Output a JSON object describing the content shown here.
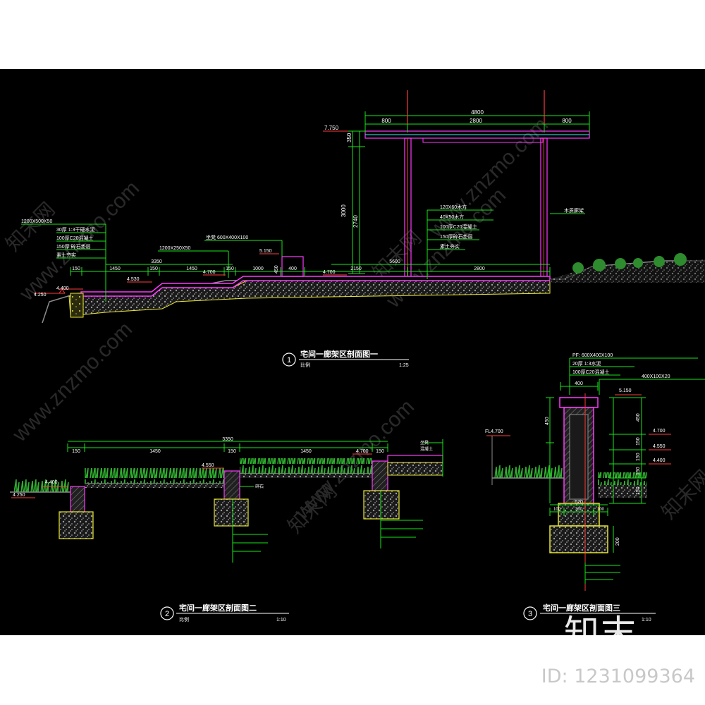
{
  "colors": {
    "background": "#000000",
    "dim_green": "#19e619",
    "dim_text": "#ffffff",
    "structure_red": "#ff3b3b",
    "finish_magenta": "#ff38ff",
    "concrete_yellow": "#e6e632",
    "grass_green": "#2e8b2e",
    "hatch_grey": "#8c8c8c",
    "ground_grey": "#7a7a7a",
    "cyan": "#38f0f0"
  },
  "section1": {
    "total_width": "4800",
    "top_spans": [
      "800",
      "2800",
      "800"
    ],
    "elev_top": "7.750",
    "elev_4700": "4.700",
    "elev_4530": "4.530",
    "elev_4400": "4.400",
    "elev_4250": "4.250",
    "elev_5150": "5.150",
    "heights": [
      "350",
      "3000",
      "2740"
    ],
    "bottom_dims": [
      "150",
      "1450",
      "150",
      "1450",
      "150",
      "1000",
      "400",
      "2150",
      "2800"
    ],
    "dim_3350": "3350",
    "dim_5600": "5600",
    "label_1200": "1200X500X50",
    "label_30": "30厚 1:3干硬水泥",
    "label_100": "100厚C20混凝土",
    "label_150": "150厚 碎石垫层",
    "label_soil": "素土夯实",
    "label_1200b": "1200X250X50",
    "label_seat": "坐凳 600X400X100",
    "label_400": "400",
    "label_450": "450",
    "label_right1": "120X60木方",
    "label_right2": "40X50木方",
    "label_right3": "100厚C20混凝土",
    "label_right4": "150厚碎石垫层",
    "label_right5": "素土夯实",
    "label_wood": "木质廊架",
    "callout_num": "1",
    "callout_title": "宅间一廊架区剖面图一",
    "callout_sub": "比例",
    "callout_scale": "1:25"
  },
  "section2": {
    "total_width": "3350",
    "dims": [
      "150",
      "1450",
      "150",
      "1450",
      "150"
    ],
    "elev_4400": "4.400",
    "elev_4250": "4.250",
    "elev_4550": "4.550",
    "elev_4700": "4.700",
    "label_right_a": "坐凳",
    "label_right_b": "混凝土",
    "label_mid": "碎石",
    "callout_num": "2",
    "callout_title": "宅间一廊架区剖面图二",
    "callout_sub": "比例",
    "callout_scale": "1:10"
  },
  "section3": {
    "label_top1": "PF: 600X400X100",
    "label_top2": "20厚 1:3水泥",
    "label_top3": "100厚C20混凝土",
    "label_top4": "400X100X20",
    "top_width": "400",
    "elev_5150": "5.150",
    "elev_fl": "FL4.700",
    "elev_4700": "4.700",
    "elev_4550": "4.550",
    "elev_4400": "4.400",
    "dims_right": [
      "450",
      "150",
      "150",
      "150",
      "150"
    ],
    "dim_left_450": "450",
    "dims_bottom": [
      "100",
      "300",
      "100"
    ],
    "dim_620": "620",
    "dim_200": "200",
    "callout_num": "3",
    "callout_title": "宅间一廊架区剖面图三",
    "callout_scale": "1:10"
  },
  "watermark": {
    "text": "www.znzmo.com",
    "cn_text": "知末网"
  },
  "brand_logo": "知末",
  "image_id": "ID: 1231099364"
}
